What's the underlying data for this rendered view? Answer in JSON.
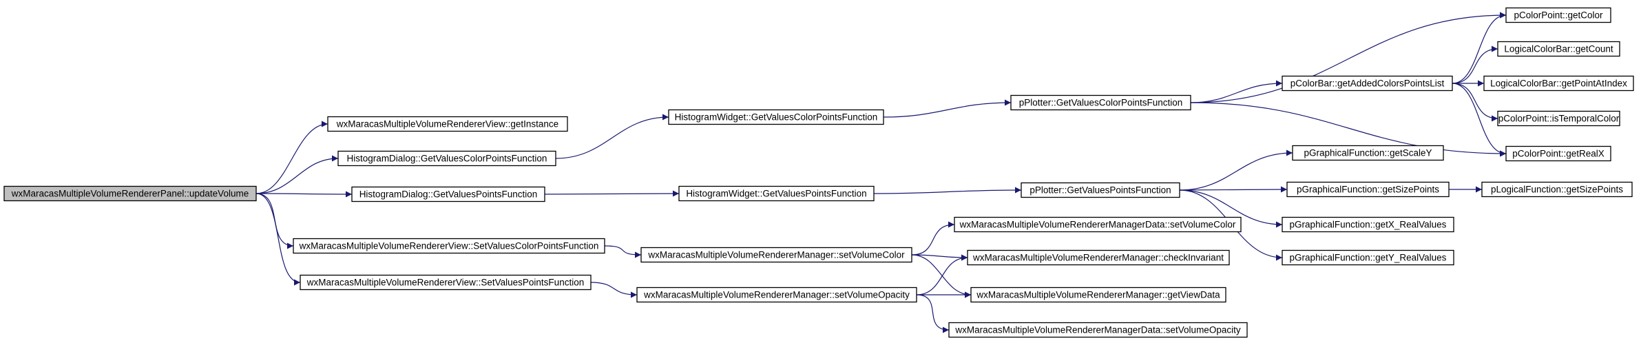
{
  "graph": {
    "colors": {
      "edge": "#191970",
      "root_fill": "#bfbfbf",
      "node_fill": "#ffffff",
      "node_border": "#000000"
    },
    "nodes": [
      {
        "id": "root",
        "label": "wxMaracasMultipleVolumeRendererPanel::updateVolume",
        "root": true
      },
      {
        "id": "v_getInstance",
        "label": "wxMaracasMultipleVolumeRendererView::getInstance"
      },
      {
        "id": "hd_colorPts",
        "label": "HistogramDialog::GetValuesColorPointsFunction"
      },
      {
        "id": "hd_pts",
        "label": "HistogramDialog::GetValuesPointsFunction"
      },
      {
        "id": "v_setColorPts",
        "label": "wxMaracasMultipleVolumeRendererView::SetValuesColorPointsFunction"
      },
      {
        "id": "v_setPts",
        "label": "wxMaracasMultipleVolumeRendererView::SetValuesPointsFunction"
      },
      {
        "id": "hw_colorPts",
        "label": "HistogramWidget::GetValuesColorPointsFunction"
      },
      {
        "id": "hw_pts",
        "label": "HistogramWidget::GetValuesPointsFunction"
      },
      {
        "id": "m_setVolumeColor",
        "label": "wxMaracasMultipleVolumeRendererManager::setVolumeColor"
      },
      {
        "id": "m_setVolumeOpacity",
        "label": "wxMaracasMultipleVolumeRendererManager::setVolumeOpacity"
      },
      {
        "id": "pp_colorPts",
        "label": "pPlotter::GetValuesColorPointsFunction"
      },
      {
        "id": "pp_pts",
        "label": "pPlotter::GetValuesPointsFunction"
      },
      {
        "id": "md_setVolumeColor",
        "label": "wxMaracasMultipleVolumeRendererManagerData::setVolumeColor"
      },
      {
        "id": "m_checkInvariant",
        "label": "wxMaracasMultipleVolumeRendererManager::checkInvariant"
      },
      {
        "id": "m_getViewData",
        "label": "wxMaracasMultipleVolumeRendererManager::getViewData"
      },
      {
        "id": "md_setVolumeOpacity",
        "label": "wxMaracasMultipleVolumeRendererManagerData::setVolumeOpacity"
      },
      {
        "id": "cb_added",
        "label": "pColorBar::getAddedColorsPointsList"
      },
      {
        "id": "gf_scaleY",
        "label": "pGraphicalFunction::getScaleY"
      },
      {
        "id": "gf_sizePts",
        "label": "pGraphicalFunction::getSizePoints"
      },
      {
        "id": "gf_xReal",
        "label": "pGraphicalFunction::getX_RealValues"
      },
      {
        "id": "gf_yReal",
        "label": "pGraphicalFunction::getY_RealValues"
      },
      {
        "id": "cp_getColor",
        "label": "pColorPoint::getColor"
      },
      {
        "id": "lcb_getCount",
        "label": "LogicalColorBar::getCount"
      },
      {
        "id": "lcb_getPointAtIndex",
        "label": "LogicalColorBar::getPointAtIndex"
      },
      {
        "id": "cp_isTemporal",
        "label": "pColorPoint::isTemporalColor"
      },
      {
        "id": "cp_getRealX",
        "label": "pColorPoint::getRealX"
      },
      {
        "id": "lf_sizePts",
        "label": "pLogicalFunction::getSizePoints"
      }
    ],
    "edges": [
      [
        "root",
        "v_getInstance"
      ],
      [
        "root",
        "hd_colorPts"
      ],
      [
        "root",
        "hd_pts"
      ],
      [
        "root",
        "v_setColorPts"
      ],
      [
        "root",
        "v_setPts"
      ],
      [
        "hd_colorPts",
        "hw_colorPts"
      ],
      [
        "hd_pts",
        "hw_pts"
      ],
      [
        "v_setColorPts",
        "m_setVolumeColor"
      ],
      [
        "v_setPts",
        "m_setVolumeOpacity"
      ],
      [
        "hw_colorPts",
        "pp_colorPts"
      ],
      [
        "hw_pts",
        "pp_pts"
      ],
      [
        "m_setVolumeColor",
        "md_setVolumeColor"
      ],
      [
        "m_setVolumeColor",
        "m_checkInvariant"
      ],
      [
        "m_setVolumeColor",
        "m_getViewData"
      ],
      [
        "m_setVolumeOpacity",
        "m_checkInvariant"
      ],
      [
        "m_setVolumeOpacity",
        "m_getViewData"
      ],
      [
        "m_setVolumeOpacity",
        "md_setVolumeOpacity"
      ],
      [
        "pp_colorPts",
        "cp_getColor"
      ],
      [
        "pp_colorPts",
        "cb_added"
      ],
      [
        "pp_colorPts",
        "cp_getRealX"
      ],
      [
        "pp_pts",
        "gf_scaleY"
      ],
      [
        "pp_pts",
        "gf_sizePts"
      ],
      [
        "pp_pts",
        "gf_xReal"
      ],
      [
        "pp_pts",
        "gf_yReal"
      ],
      [
        "cb_added",
        "cp_getColor"
      ],
      [
        "cb_added",
        "lcb_getCount"
      ],
      [
        "cb_added",
        "lcb_getPointAtIndex"
      ],
      [
        "cb_added",
        "cp_isTemporal"
      ],
      [
        "cb_added",
        "cp_getRealX"
      ],
      [
        "gf_sizePts",
        "lf_sizePts"
      ]
    ]
  }
}
